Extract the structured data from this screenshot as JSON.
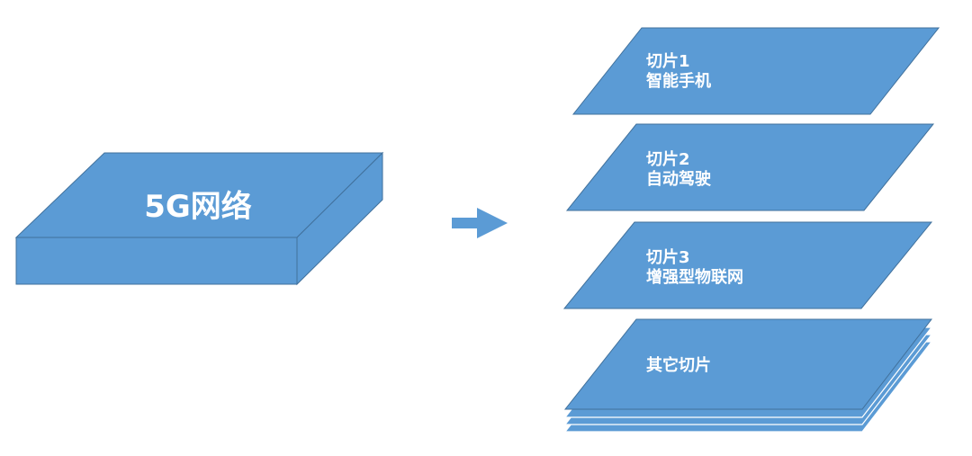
{
  "colors": {
    "fill": "#5b9bd5",
    "stroke": "#41719c",
    "text": "#ffffff",
    "background": "#ffffff"
  },
  "network": {
    "label": "5G网络"
  },
  "arrow": {
    "icon": "right-arrow-icon"
  },
  "slices": [
    {
      "line1": "切片1",
      "line2": "智能手机"
    },
    {
      "line1": "切片2",
      "line2": "自动驾驶"
    },
    {
      "line1": "切片3",
      "line2": "增强型物联网"
    }
  ],
  "other_slices": {
    "label": "其它切片"
  }
}
